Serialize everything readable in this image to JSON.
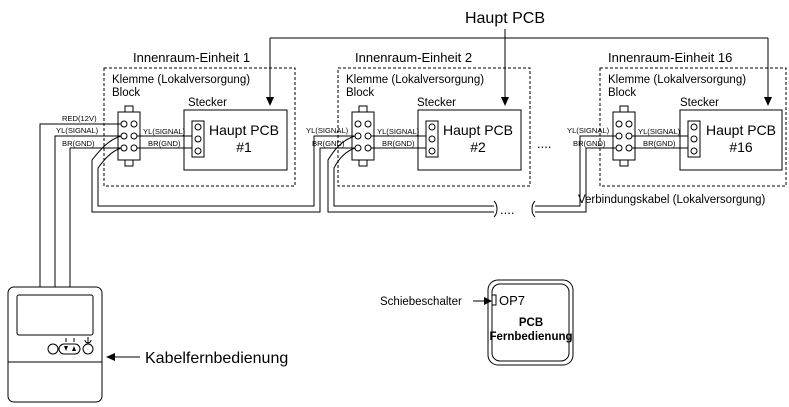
{
  "top_label": "Haupt PCB",
  "units": [
    {
      "title": "Innenraum-Einheit 1",
      "terminal_line1": "Klemme (Lokalversorgung)",
      "terminal_line2": "Block",
      "connector": "Stecker",
      "pcb_line1": "Haupt PCB",
      "pcb_line2": "#1"
    },
    {
      "title": "Innenraum-Einheit 2",
      "terminal_line1": "Klemme (Lokalversorgung)",
      "terminal_line2": "Block",
      "connector": "Stecker",
      "pcb_line1": "Haupt PCB",
      "pcb_line2": "#2"
    },
    {
      "title": "Innenraum-Einheit 16",
      "terminal_line1": "Klemme (Lokalversorgung)",
      "terminal_line2": "Block",
      "connector": "Stecker",
      "pcb_line1": "Haupt PCB",
      "pcb_line2": "#16"
    }
  ],
  "wire_labels": {
    "red": "RED(12V)",
    "yl": "YL(SIGNAL)",
    "br": "BR(GND)"
  },
  "ellipsis": "....",
  "connection_cable": "Verbindungskabel (Lokalversorgung)",
  "remote_label": "Kabelfernbedienung",
  "slide_switch_label": "Schiebeschalter",
  "op7_label": "OP7",
  "pcb_remote_line1": "PCB",
  "pcb_remote_line2": "Fernbedienung"
}
